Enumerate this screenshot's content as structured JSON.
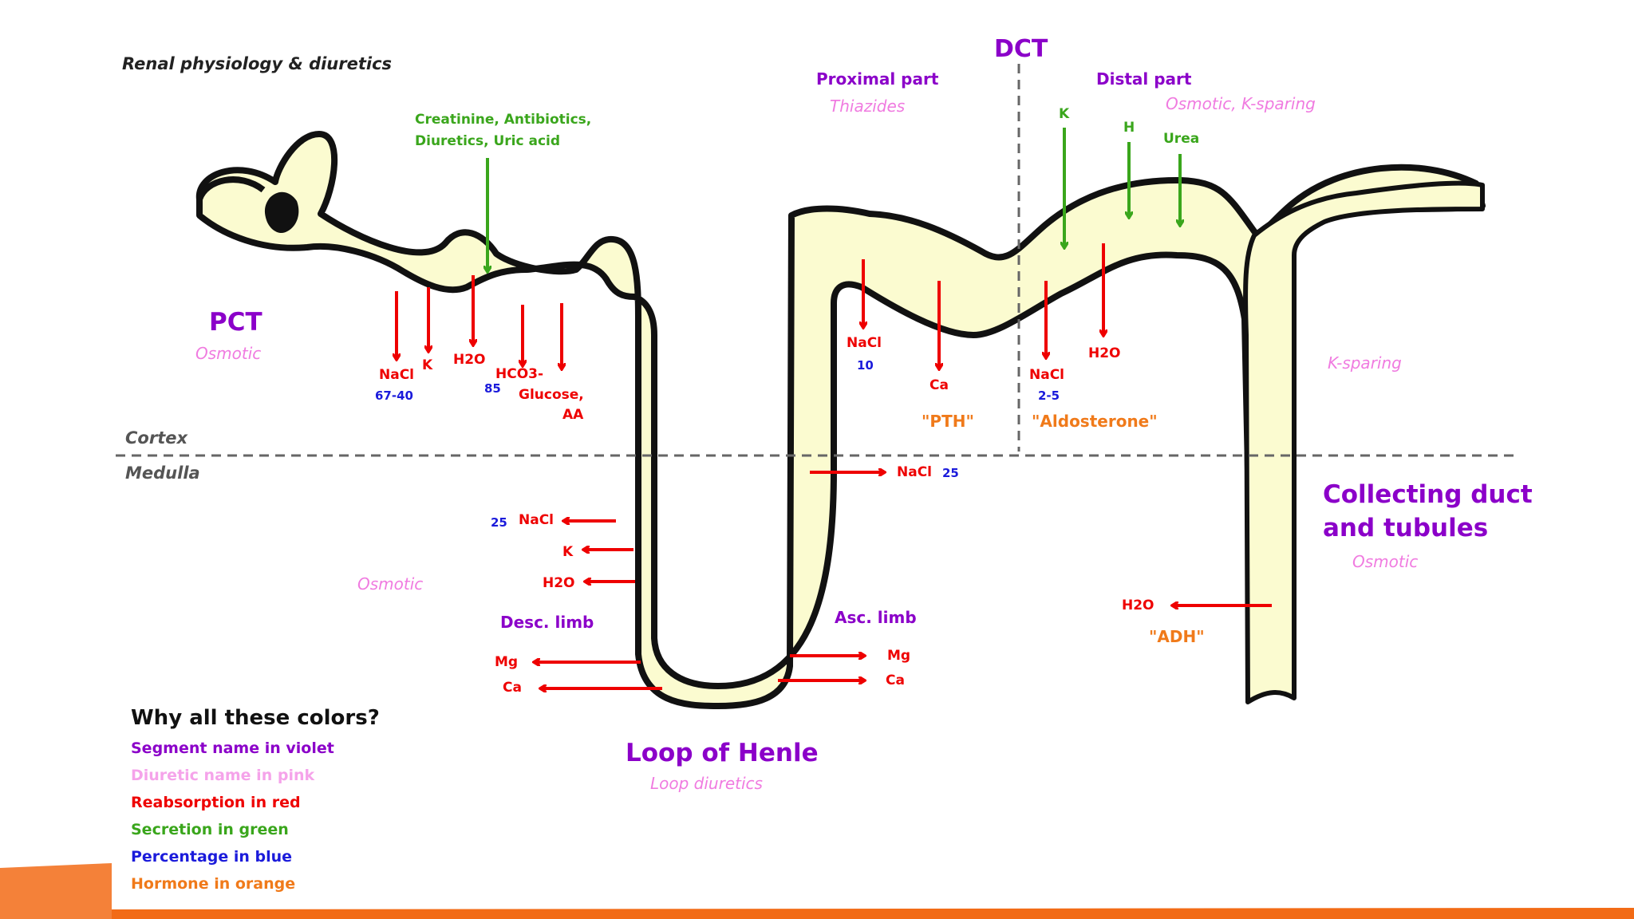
{
  "title": "Renal physiology & diuretics",
  "zones": {
    "cortex": "Cortex",
    "medulla": "Medulla"
  },
  "pct": {
    "name": "PCT",
    "diuretic": "Osmotic",
    "secretion": [
      "Creatinine, Antibiotics,",
      "Diuretics, Uric acid"
    ],
    "reabsorption": {
      "nacl": "NaCl",
      "nacl_pct": "67-40",
      "k": "K",
      "h2o": "H2O",
      "hco3": "HCO3-",
      "hco3_pct": "85",
      "glucose": "Glucose,",
      "aa": "AA"
    }
  },
  "dct": {
    "name": "DCT",
    "proximal": {
      "name": "Proximal part",
      "diuretic": "Thiazides",
      "nacl": "NaCl",
      "nacl_pct": "10",
      "ca": "Ca",
      "hormone": "\"PTH\""
    },
    "distal": {
      "name": "Distal part",
      "diuretic": "Osmotic, K-sparing",
      "secretion": {
        "k": "K",
        "h": "H",
        "urea": "Urea"
      },
      "nacl": "NaCl",
      "nacl_pct": "2-5",
      "h2o": "H2O",
      "hormone": "\"Aldosterone\""
    }
  },
  "loop": {
    "name": "Loop of Henle",
    "diuretic": "Loop diuretics",
    "desc": {
      "name": "Desc. limb",
      "diuretic": "Osmotic",
      "nacl_pct": "25",
      "nacl": "NaCl",
      "k": "K",
      "h2o": "H2O",
      "mg": "Mg",
      "ca": "Ca"
    },
    "asc": {
      "name": "Asc. limb",
      "nacl": "NaCl",
      "nacl_pct": "25",
      "mg": "Mg",
      "ca": "Ca"
    }
  },
  "collecting": {
    "name_line1": "Collecting duct",
    "name_line2": "and tubules",
    "diuretic": "Osmotic",
    "k_sparing": "K-sparing",
    "h2o": "H2O",
    "hormone": "\"ADH\""
  },
  "legend": {
    "title": "Why all these colors?",
    "items": [
      {
        "text": "Segment name in violet",
        "color": "#8b00c9"
      },
      {
        "text": "Diuretic name in pink",
        "color": "#f5a3ea"
      },
      {
        "text": "Reabsorption in red",
        "color": "#ee0000"
      },
      {
        "text": "Secretion in green",
        "color": "#3aa61c"
      },
      {
        "text": "Percentage in blue",
        "color": "#1b1bdb"
      },
      {
        "text": "Hormone in orange",
        "color": "#f07a1a"
      }
    ]
  },
  "colors": {
    "tubule_fill": "#fbfbd0",
    "outline": "#111111",
    "violet": "#8b00c9",
    "pink": "#f07be0",
    "red": "#ee0000",
    "green": "#3aa61c",
    "blue": "#1b1bdb",
    "orange": "#f07a1a",
    "footer_band": "#f26b16"
  }
}
